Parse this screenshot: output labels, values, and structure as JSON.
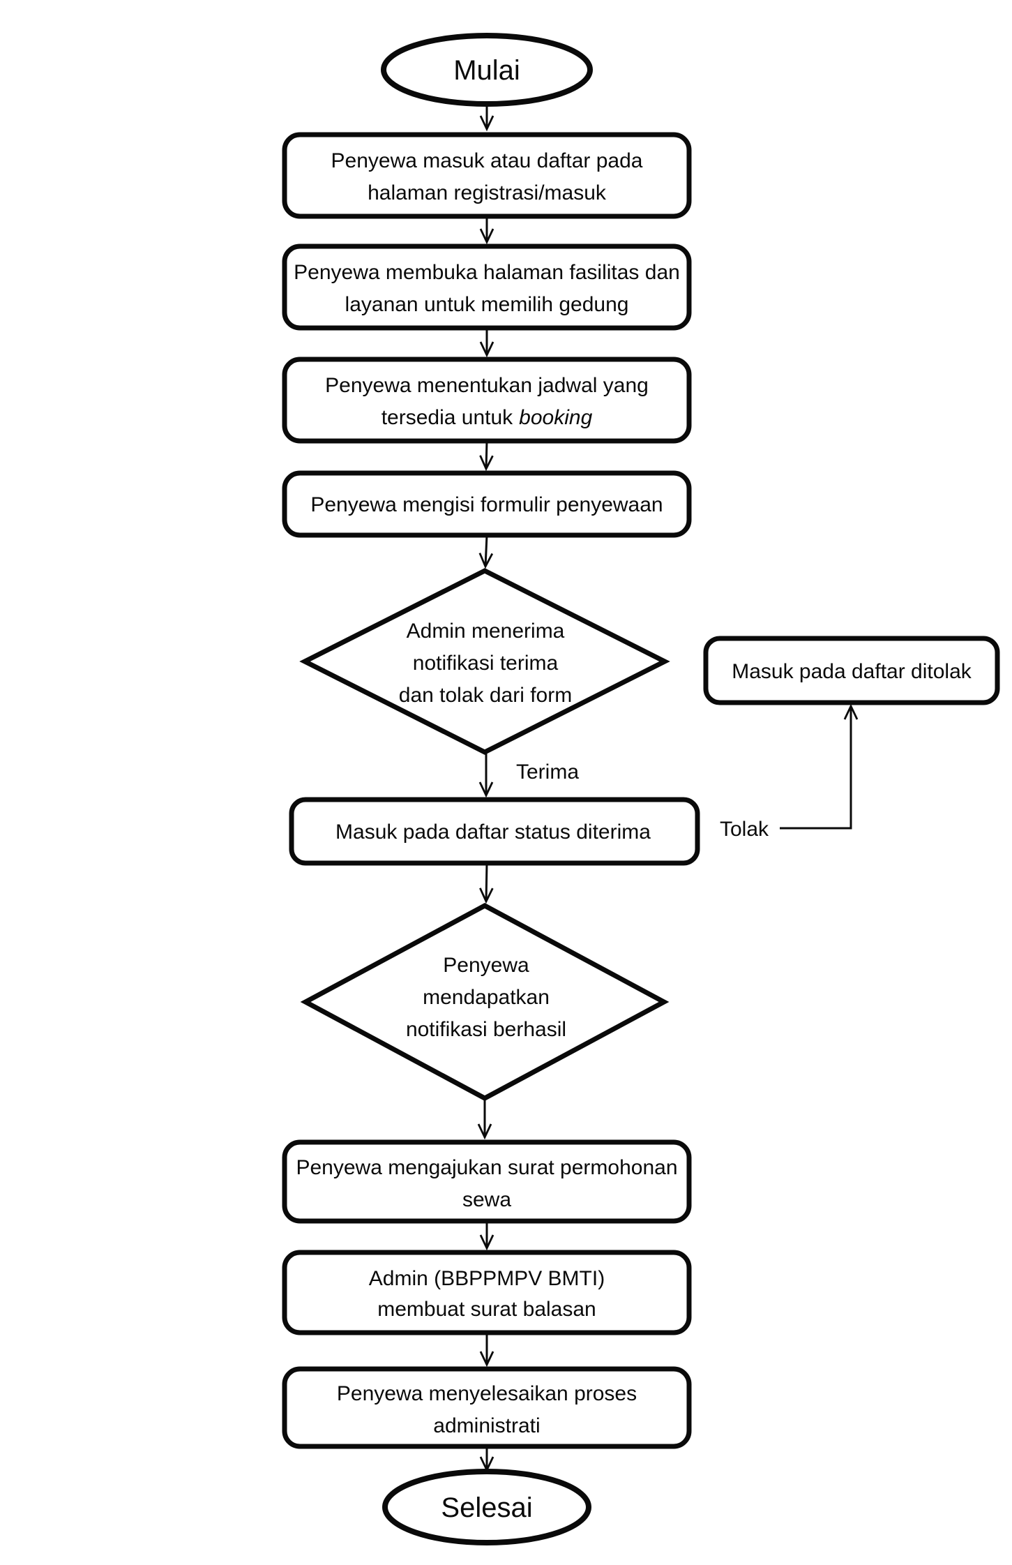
{
  "flowchart": {
    "background": "#ffffff",
    "stroke_color": "#0a0a0a",
    "nodes": {
      "start": {
        "shape": "terminator",
        "label": "Mulai"
      },
      "register": {
        "shape": "process",
        "line1": "Penyewa masuk atau daftar pada",
        "line2": "halaman registrasi/masuk"
      },
      "browse": {
        "shape": "process",
        "line1": "Penyewa membuka halaman fasilitas dan",
        "line2": "layanan untuk memilih gedung"
      },
      "schedule": {
        "shape": "process",
        "line1": "Penyewa menentukan jadwal yang",
        "line2_text": "tersedia untuk",
        "line2_italic": "booking"
      },
      "fill_form": {
        "shape": "process",
        "line1": "Penyewa mengisi formulir penyewaan"
      },
      "admin_decision": {
        "shape": "decision",
        "line1": "Admin menerima",
        "line2": "notifikasi terima",
        "line3": "dan tolak dari form"
      },
      "rejected_list": {
        "shape": "process",
        "line1": "Masuk pada daftar ditolak"
      },
      "accepted_list": {
        "shape": "process",
        "line1": "Masuk pada daftar status diterima"
      },
      "tenant_notification": {
        "shape": "decision",
        "line1": "Penyewa",
        "line2": "mendapatkan",
        "line3": "notifikasi berhasil"
      },
      "request_letter": {
        "shape": "process",
        "line1": "Penyewa mengajukan surat permohonan",
        "line2": "sewa"
      },
      "reply_letter": {
        "shape": "process",
        "line1": "Admin (BBPPMPV BMTI)",
        "line2": "membuat surat balasan"
      },
      "administration": {
        "shape": "process",
        "line1": "Penyewa menyelesaikan proses",
        "line2": "administrati"
      },
      "end": {
        "shape": "terminator",
        "label": "Selesai"
      }
    },
    "edge_labels": {
      "accept": "Terima",
      "reject": "Tolak"
    }
  }
}
